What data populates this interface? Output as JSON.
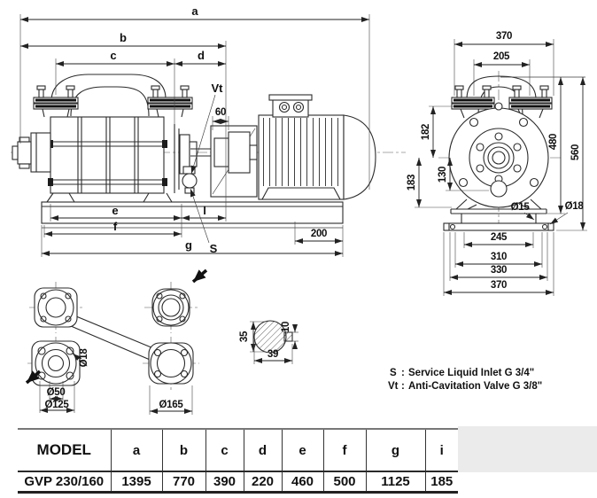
{
  "side_view": {
    "dim_a": "a",
    "dim_b": "b",
    "dim_c": "c",
    "dim_d": "d",
    "dim_60": "60",
    "dim_e": "e",
    "dim_l": "l",
    "dim_f": "f",
    "dim_g": "g",
    "dim_200": "200",
    "label_vt": "Vt",
    "label_s": "S"
  },
  "front_view": {
    "dim_width_top": "370",
    "dim_ports": "205",
    "dim_182": "182",
    "dim_183": "183",
    "dim_130": "130",
    "dim_480": "480",
    "dim_560": "560",
    "dim_slot": "Ø15",
    "dim_corner_hole": "Ø18",
    "dim_245": "245",
    "dim_310": "310",
    "dim_330": "330",
    "dim_370": "370"
  },
  "flange_detail": {
    "dim_bolt_hole": "Ø18",
    "dim_bore": "Ø50",
    "dim_bolt_circle": "Ø125",
    "dim_flange_od": "Ø165"
  },
  "shaft_section": {
    "dim_35": "35",
    "dim_10": "10",
    "dim_39": "39"
  },
  "notes": {
    "s_label": "S",
    "s_colon": ":",
    "s_text": "Service Liquid Inlet   G 3/4\"",
    "vt_label": "Vt",
    "vt_colon": ":",
    "vt_text": "Anti-Cavitation Valve G 3/8\""
  },
  "table": {
    "headers": [
      "MODEL",
      "a",
      "b",
      "c",
      "d",
      "e",
      "f",
      "g",
      "i"
    ],
    "row": [
      "GVP 230/160",
      "1395",
      "770",
      "390",
      "220",
      "460",
      "500",
      "1125",
      "185"
    ]
  }
}
